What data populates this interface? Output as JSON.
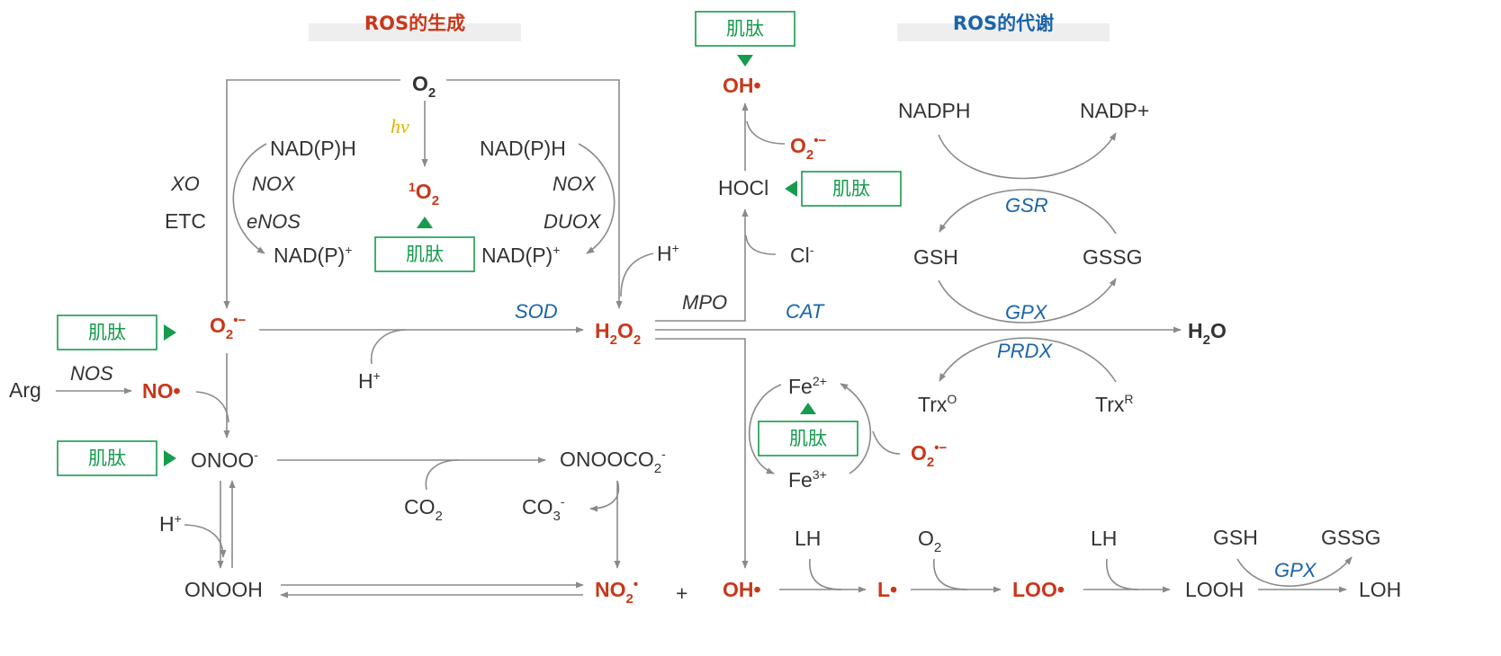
{
  "headers": {
    "generation": "ROS的生成",
    "metabolism": "ROS的代谢"
  },
  "peptide": "肌肽",
  "colors": {
    "ros_red": "#c8381a",
    "enzyme_blue": "#1a64a8",
    "peptide_green": "#179b4d",
    "light_yellow": "#e0b400",
    "header_bg": "#eeeeee"
  },
  "species": {
    "o2_top": "O",
    "singlet_o2": "O",
    "superoxide": "O",
    "h2o2": "H",
    "oh_top": "OH•",
    "no_rad": "NO•",
    "arg": "Arg",
    "onoo": "ONOO",
    "onooco2": "ONOOCO",
    "co2": "CO",
    "co3": "CO",
    "onooh": "ONOOH",
    "no2": "NO",
    "plus": "+",
    "oh_bottom": "OH•",
    "l_rad": "L•",
    "loo_rad": "LOO•",
    "looh": "LOOH",
    "loh": "LOH",
    "lh": "LH",
    "o2_lipid": "O",
    "gsh": "GSH",
    "gssg": "GSSG",
    "hocl": "HOCl",
    "cl": "Cl",
    "fe2": "Fe",
    "fe3": "Fe",
    "nadph_l": "NAD(P)H",
    "nadp_l": "NAD(P)",
    "nadph_r": "NAD(P)H",
    "nadp_r": "NAD(P)",
    "nadph_gsr": "NADPH",
    "nadp_gsr": "NADP+",
    "h_plus": "H",
    "etc": "ETC",
    "trxo": "Trx",
    "trxr": "Trx",
    "h2o": "H",
    "hv": "hv"
  },
  "sub": {
    "two": "2",
    "three": "3",
    "plus": "+",
    "minus": "−",
    "minus_small": "-",
    "dot_minus": "•−",
    "dot": "•",
    "one": "1",
    "o": "O",
    "r": "R",
    "fe2_charge": "2+",
    "fe3_charge": "3+"
  },
  "enzymes": {
    "xo": "XO",
    "nox": "NOX",
    "enos": "eNOS",
    "duox": "DUOX",
    "nos": "NOS",
    "sod": "SOD",
    "mpo": "MPO",
    "cat": "CAT",
    "gsr": "GSR",
    "gpx": "GPX",
    "prdx": "PRDX"
  }
}
